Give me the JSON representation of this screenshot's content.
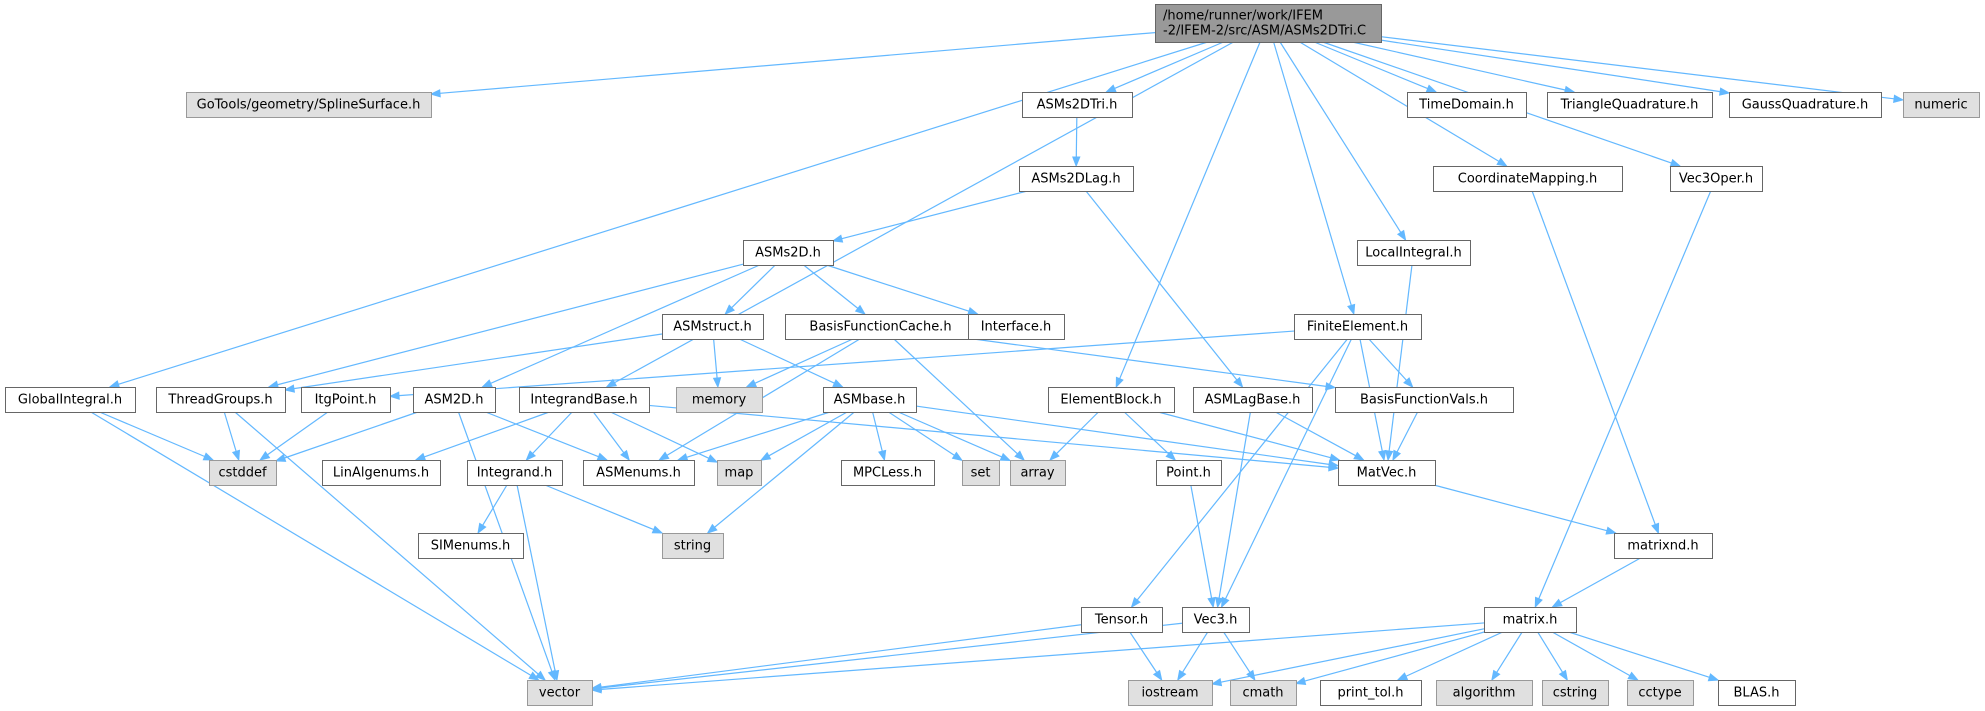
{
  "colors": {
    "edge": "#63b8ff",
    "root_fill": "#999999",
    "root_border": "#666666",
    "header_fill": "#ffffff",
    "header_border": "#666666",
    "system_fill": "#e0e0e0",
    "system_border": "#999999"
  },
  "nodes": [
    {
      "id": "root",
      "kind": "root",
      "lines": [
        "/home/runner/work/IFEM",
        "-2/IFEM-2/src/ASM/ASMs2DTri.C"
      ]
    },
    {
      "id": "splinesurface",
      "kind": "system",
      "lines": [
        "GoTools/geometry/SplineSurface.h"
      ]
    },
    {
      "id": "asms2dtri",
      "kind": "header",
      "lines": [
        "ASMs2DTri.h"
      ]
    },
    {
      "id": "timedomain",
      "kind": "header",
      "lines": [
        "TimeDomain.h"
      ]
    },
    {
      "id": "trianglequad",
      "kind": "header",
      "lines": [
        "TriangleQuadrature.h"
      ]
    },
    {
      "id": "gaussquad",
      "kind": "header",
      "lines": [
        "GaussQuadrature.h"
      ]
    },
    {
      "id": "numeric",
      "kind": "system",
      "lines": [
        "numeric"
      ]
    },
    {
      "id": "asms2dlag",
      "kind": "header",
      "lines": [
        "ASMs2DLag.h"
      ]
    },
    {
      "id": "coordmapping",
      "kind": "header",
      "lines": [
        "CoordinateMapping.h"
      ]
    },
    {
      "id": "vec3oper",
      "kind": "header",
      "lines": [
        "Vec3Oper.h"
      ]
    },
    {
      "id": "asms2d",
      "kind": "header",
      "lines": [
        "ASMs2D.h"
      ]
    },
    {
      "id": "localintegral",
      "kind": "header",
      "lines": [
        "LocalIntegral.h"
      ]
    },
    {
      "id": "asmstruct",
      "kind": "header",
      "lines": [
        "ASMstruct.h"
      ]
    },
    {
      "id": "basisfunccache",
      "kind": "header",
      "lines": [
        "BasisFunctionCache.h"
      ]
    },
    {
      "id": "interface",
      "kind": "header",
      "lines": [
        "Interface.h"
      ]
    },
    {
      "id": "finiteelement",
      "kind": "header",
      "lines": [
        "FiniteElement.h"
      ]
    },
    {
      "id": "globalintegral",
      "kind": "header",
      "lines": [
        "GlobalIntegral.h"
      ]
    },
    {
      "id": "threadgroups",
      "kind": "header",
      "lines": [
        "ThreadGroups.h"
      ]
    },
    {
      "id": "itgpoint",
      "kind": "header",
      "lines": [
        "ItgPoint.h"
      ]
    },
    {
      "id": "asm2d",
      "kind": "header",
      "lines": [
        "ASM2D.h"
      ]
    },
    {
      "id": "integrandbase",
      "kind": "header",
      "lines": [
        "IntegrandBase.h"
      ]
    },
    {
      "id": "memory",
      "kind": "system",
      "lines": [
        "memory"
      ]
    },
    {
      "id": "asmbase",
      "kind": "header",
      "lines": [
        "ASMbase.h"
      ]
    },
    {
      "id": "elementblock",
      "kind": "header",
      "lines": [
        "ElementBlock.h"
      ]
    },
    {
      "id": "asmlagbase",
      "kind": "header",
      "lines": [
        "ASMLagBase.h"
      ]
    },
    {
      "id": "basisfuncvals",
      "kind": "header",
      "lines": [
        "BasisFunctionVals.h"
      ]
    },
    {
      "id": "cstddef",
      "kind": "system",
      "lines": [
        "cstddef"
      ]
    },
    {
      "id": "linalgenums",
      "kind": "header",
      "lines": [
        "LinAlgenums.h"
      ]
    },
    {
      "id": "integrand",
      "kind": "header",
      "lines": [
        "Integrand.h"
      ]
    },
    {
      "id": "asmenums",
      "kind": "header",
      "lines": [
        "ASMenums.h"
      ]
    },
    {
      "id": "map",
      "kind": "system",
      "lines": [
        "map"
      ]
    },
    {
      "id": "mpcless",
      "kind": "header",
      "lines": [
        "MPCLess.h"
      ]
    },
    {
      "id": "set",
      "kind": "system",
      "lines": [
        "set"
      ]
    },
    {
      "id": "array",
      "kind": "system",
      "lines": [
        "array"
      ]
    },
    {
      "id": "point",
      "kind": "header",
      "lines": [
        "Point.h"
      ]
    },
    {
      "id": "matvec",
      "kind": "header",
      "lines": [
        "MatVec.h"
      ]
    },
    {
      "id": "simenums",
      "kind": "header",
      "lines": [
        "SIMenums.h"
      ]
    },
    {
      "id": "string",
      "kind": "system",
      "lines": [
        "string"
      ]
    },
    {
      "id": "matrixnd",
      "kind": "header",
      "lines": [
        "matrixnd.h"
      ]
    },
    {
      "id": "tensor",
      "kind": "header",
      "lines": [
        "Tensor.h"
      ]
    },
    {
      "id": "vec3",
      "kind": "header",
      "lines": [
        "Vec3.h"
      ]
    },
    {
      "id": "matrix",
      "kind": "header",
      "lines": [
        "matrix.h"
      ]
    },
    {
      "id": "vector",
      "kind": "system",
      "lines": [
        "vector"
      ]
    },
    {
      "id": "iostream",
      "kind": "system",
      "lines": [
        "iostream"
      ]
    },
    {
      "id": "cmath",
      "kind": "system",
      "lines": [
        "cmath"
      ]
    },
    {
      "id": "printtol",
      "kind": "header",
      "lines": [
        "print_tol.h"
      ]
    },
    {
      "id": "algorithm",
      "kind": "system",
      "lines": [
        "algorithm"
      ]
    },
    {
      "id": "cstring",
      "kind": "system",
      "lines": [
        "cstring"
      ]
    },
    {
      "id": "cctype",
      "kind": "system",
      "lines": [
        "cctype"
      ]
    },
    {
      "id": "blas",
      "kind": "header",
      "lines": [
        "BLAS.h"
      ]
    }
  ],
  "edges": [
    [
      "root",
      "splinesurface"
    ],
    [
      "root",
      "asms2dtri"
    ],
    [
      "root",
      "timedomain"
    ],
    [
      "root",
      "trianglequad"
    ],
    [
      "root",
      "gaussquad"
    ],
    [
      "root",
      "numeric"
    ],
    [
      "root",
      "globalintegral"
    ],
    [
      "root",
      "integrandbase"
    ],
    [
      "root",
      "elementblock"
    ],
    [
      "root",
      "finiteelement"
    ],
    [
      "root",
      "localintegral"
    ],
    [
      "root",
      "coordmapping"
    ],
    [
      "root",
      "vec3oper"
    ],
    [
      "asms2dtri",
      "asms2dlag"
    ],
    [
      "asms2dlag",
      "asms2d"
    ],
    [
      "asms2dlag",
      "asmlagbase"
    ],
    [
      "asms2d",
      "asmstruct"
    ],
    [
      "asms2d",
      "basisfunccache"
    ],
    [
      "asms2d",
      "interface"
    ],
    [
      "asms2d",
      "threadgroups"
    ],
    [
      "asms2d",
      "asm2d"
    ],
    [
      "asmstruct",
      "memory"
    ],
    [
      "asmstruct",
      "asmbase"
    ],
    [
      "asmstruct",
      "threadgroups"
    ],
    [
      "basisfunccache",
      "memory"
    ],
    [
      "basisfunccache",
      "array"
    ],
    [
      "basisfunccache",
      "basisfuncvals"
    ],
    [
      "basisfunccache",
      "asmenums"
    ],
    [
      "finiteelement",
      "itgpoint"
    ],
    [
      "finiteelement",
      "basisfuncvals"
    ],
    [
      "finiteelement",
      "matvec"
    ],
    [
      "finiteelement",
      "tensor"
    ],
    [
      "finiteelement",
      "vec3"
    ],
    [
      "globalintegral",
      "cstddef"
    ],
    [
      "globalintegral",
      "vector"
    ],
    [
      "threadgroups",
      "cstddef"
    ],
    [
      "threadgroups",
      "vector"
    ],
    [
      "itgpoint",
      "cstddef"
    ],
    [
      "asm2d",
      "cstddef"
    ],
    [
      "asm2d",
      "asmenums"
    ],
    [
      "asm2d",
      "vector"
    ],
    [
      "integrandbase",
      "linalgenums"
    ],
    [
      "integrandbase",
      "integrand"
    ],
    [
      "integrandbase",
      "asmenums"
    ],
    [
      "integrandbase",
      "map"
    ],
    [
      "integrandbase",
      "matvec"
    ],
    [
      "asmbase",
      "asmenums"
    ],
    [
      "asmbase",
      "map"
    ],
    [
      "asmbase",
      "mpcless"
    ],
    [
      "asmbase",
      "set"
    ],
    [
      "asmbase",
      "array"
    ],
    [
      "asmbase",
      "string"
    ],
    [
      "asmbase",
      "matvec"
    ],
    [
      "elementblock",
      "array"
    ],
    [
      "elementblock",
      "point"
    ],
    [
      "elementblock",
      "matvec"
    ],
    [
      "asmlagbase",
      "matvec"
    ],
    [
      "asmlagbase",
      "vec3"
    ],
    [
      "basisfuncvals",
      "matvec"
    ],
    [
      "integrand",
      "simenums"
    ],
    [
      "integrand",
      "string"
    ],
    [
      "integrand",
      "vector"
    ],
    [
      "point",
      "vec3"
    ],
    [
      "matvec",
      "matrixnd"
    ],
    [
      "localintegral",
      "matvec"
    ],
    [
      "coordmapping",
      "matrixnd"
    ],
    [
      "vec3oper",
      "matrix"
    ],
    [
      "matrixnd",
      "matrix"
    ],
    [
      "tensor",
      "iostream"
    ],
    [
      "tensor",
      "vector"
    ],
    [
      "vec3",
      "vector"
    ],
    [
      "vec3",
      "iostream"
    ],
    [
      "vec3",
      "cmath"
    ],
    [
      "matrix",
      "vector"
    ],
    [
      "matrix",
      "iostream"
    ],
    [
      "matrix",
      "cmath"
    ],
    [
      "matrix",
      "printtol"
    ],
    [
      "matrix",
      "algorithm"
    ],
    [
      "matrix",
      "cstring"
    ],
    [
      "matrix",
      "cctype"
    ],
    [
      "matrix",
      "blas"
    ]
  ]
}
